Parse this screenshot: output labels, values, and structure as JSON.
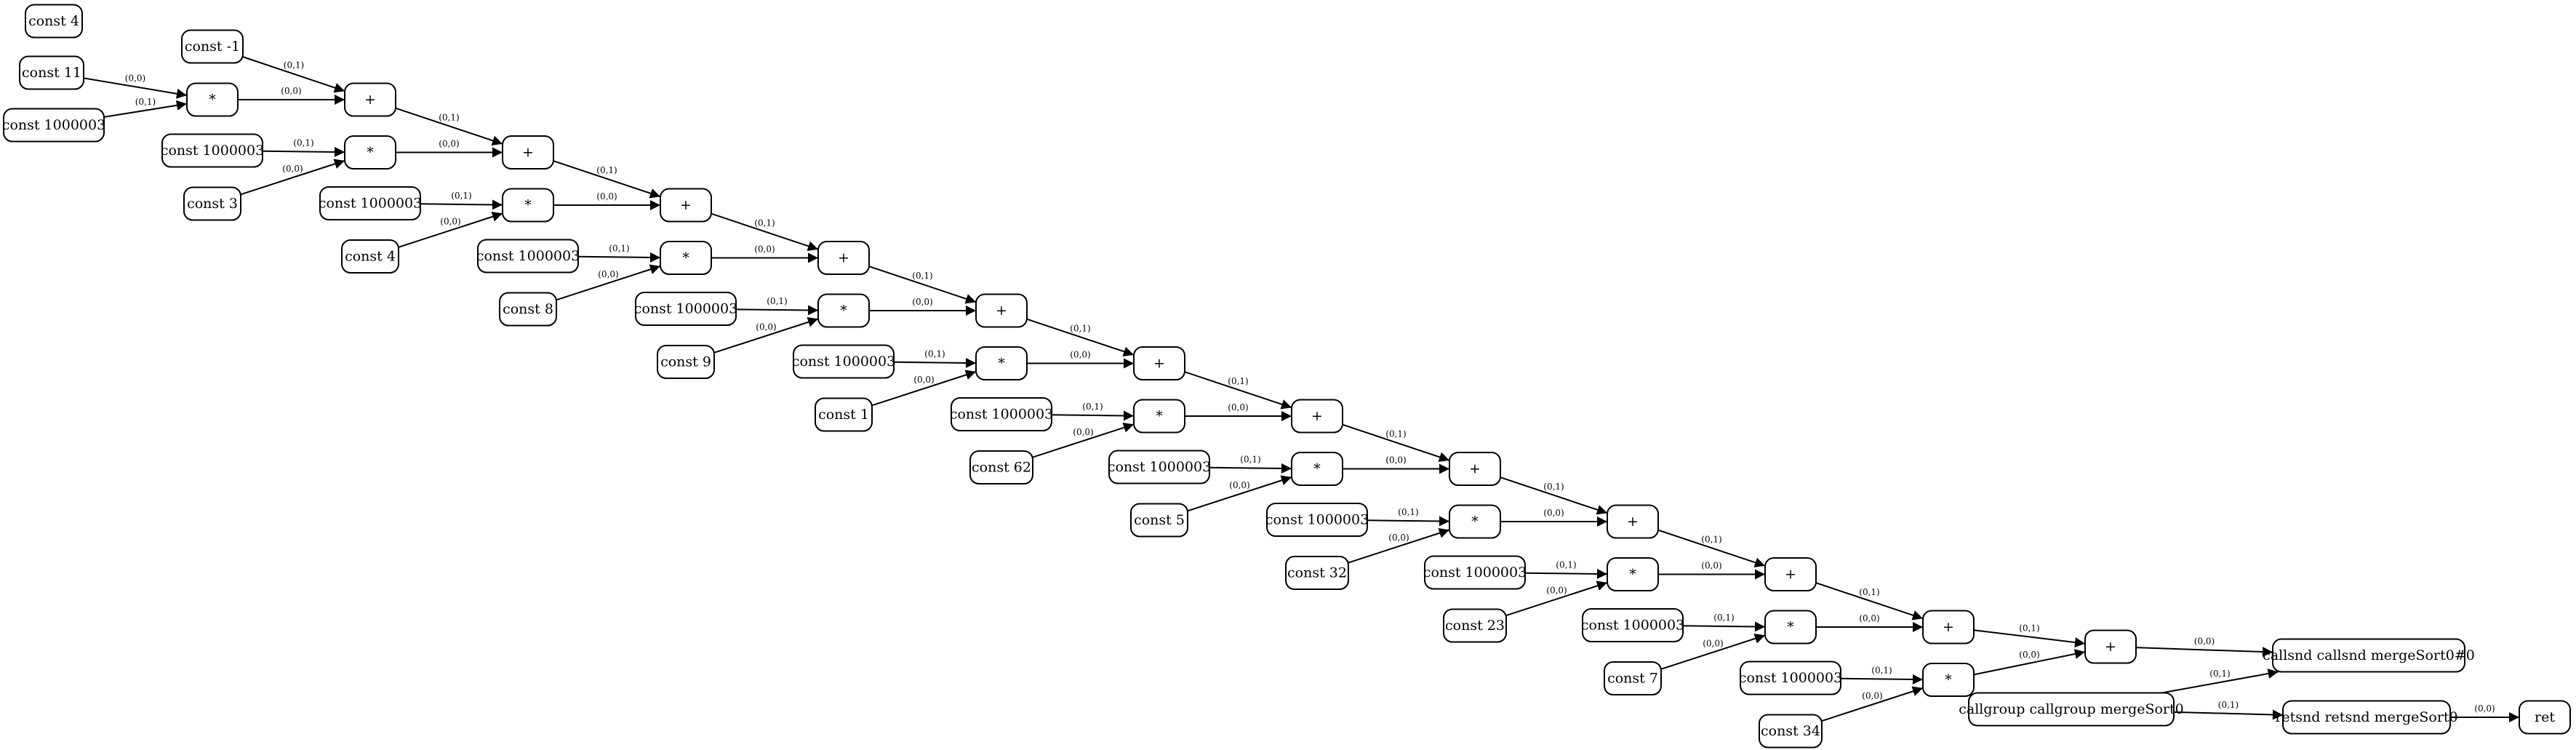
{
  "nodes": [
    {
      "id": "c4a",
      "label": "const 4"
    },
    {
      "id": "c11",
      "label": "const 11"
    },
    {
      "id": "cm1",
      "label": "const -1"
    },
    {
      "id": "k0",
      "label": "const 1000003"
    },
    {
      "id": "m0",
      "label": "*"
    },
    {
      "id": "a0",
      "label": "+"
    },
    {
      "id": "k1",
      "label": "const 1000003"
    },
    {
      "id": "v1",
      "label": "const 3"
    },
    {
      "id": "m1",
      "label": "*"
    },
    {
      "id": "a1",
      "label": "+"
    },
    {
      "id": "k2",
      "label": "const 1000003"
    },
    {
      "id": "v2",
      "label": "const 4"
    },
    {
      "id": "m2",
      "label": "*"
    },
    {
      "id": "a2",
      "label": "+"
    },
    {
      "id": "k3",
      "label": "const 1000003"
    },
    {
      "id": "v3",
      "label": "const 8"
    },
    {
      "id": "m3",
      "label": "*"
    },
    {
      "id": "a3",
      "label": "+"
    },
    {
      "id": "k4",
      "label": "const 1000003"
    },
    {
      "id": "v4",
      "label": "const 9"
    },
    {
      "id": "m4",
      "label": "*"
    },
    {
      "id": "a4",
      "label": "+"
    },
    {
      "id": "k5",
      "label": "const 1000003"
    },
    {
      "id": "v5",
      "label": "const 1"
    },
    {
      "id": "m5",
      "label": "*"
    },
    {
      "id": "a5",
      "label": "+"
    },
    {
      "id": "k6",
      "label": "const 1000003"
    },
    {
      "id": "v6",
      "label": "const 62"
    },
    {
      "id": "m6",
      "label": "*"
    },
    {
      "id": "a6",
      "label": "+"
    },
    {
      "id": "k7",
      "label": "const 1000003"
    },
    {
      "id": "v7",
      "label": "const 5"
    },
    {
      "id": "m7",
      "label": "*"
    },
    {
      "id": "a7",
      "label": "+"
    },
    {
      "id": "k8",
      "label": "const 1000003"
    },
    {
      "id": "v8",
      "label": "const 32"
    },
    {
      "id": "m8",
      "label": "*"
    },
    {
      "id": "a8",
      "label": "+"
    },
    {
      "id": "k9",
      "label": "const 1000003"
    },
    {
      "id": "v9",
      "label": "const 23"
    },
    {
      "id": "m9",
      "label": "*"
    },
    {
      "id": "a9",
      "label": "+"
    },
    {
      "id": "k10",
      "label": "const 1000003"
    },
    {
      "id": "v10",
      "label": "const 7"
    },
    {
      "id": "m10",
      "label": "*"
    },
    {
      "id": "a10",
      "label": "+"
    },
    {
      "id": "k11",
      "label": "const 1000003"
    },
    {
      "id": "v11",
      "label": "const 34"
    },
    {
      "id": "m11",
      "label": "*"
    },
    {
      "id": "a11",
      "label": "+"
    },
    {
      "id": "cg",
      "label": "callgroup callgroup mergeSort0"
    },
    {
      "id": "cs",
      "label": "callsnd callsnd mergeSort0#0"
    },
    {
      "id": "rs",
      "label": "retsnd retsnd mergeSort0"
    },
    {
      "id": "ret",
      "label": "ret"
    }
  ],
  "edges": [
    {
      "from": "c11",
      "to": "m0",
      "label": "(0,0)"
    },
    {
      "from": "k0",
      "to": "m0",
      "label": "(0,1)"
    },
    {
      "from": "cm1",
      "to": "a0",
      "label": "(0,1)"
    },
    {
      "from": "m0",
      "to": "a0",
      "label": "(0,0)"
    },
    {
      "from": "a0",
      "to": "a1",
      "label": "(0,1)"
    },
    {
      "from": "k1",
      "to": "m1",
      "label": "(0,1)"
    },
    {
      "from": "v1",
      "to": "m1",
      "label": "(0,0)"
    },
    {
      "from": "m1",
      "to": "a1",
      "label": "(0,0)"
    },
    {
      "from": "a1",
      "to": "a2",
      "label": "(0,1)"
    },
    {
      "from": "k2",
      "to": "m2",
      "label": "(0,1)"
    },
    {
      "from": "v2",
      "to": "m2",
      "label": "(0,0)"
    },
    {
      "from": "m2",
      "to": "a2",
      "label": "(0,0)"
    },
    {
      "from": "a2",
      "to": "a3",
      "label": "(0,1)"
    },
    {
      "from": "k3",
      "to": "m3",
      "label": "(0,1)"
    },
    {
      "from": "v3",
      "to": "m3",
      "label": "(0,0)"
    },
    {
      "from": "m3",
      "to": "a3",
      "label": "(0,0)"
    },
    {
      "from": "a3",
      "to": "a4",
      "label": "(0,1)"
    },
    {
      "from": "k4",
      "to": "m4",
      "label": "(0,1)"
    },
    {
      "from": "v4",
      "to": "m4",
      "label": "(0,0)"
    },
    {
      "from": "m4",
      "to": "a4",
      "label": "(0,0)"
    },
    {
      "from": "a4",
      "to": "a5",
      "label": "(0,1)"
    },
    {
      "from": "k5",
      "to": "m5",
      "label": "(0,1)"
    },
    {
      "from": "v5",
      "to": "m5",
      "label": "(0,0)"
    },
    {
      "from": "m5",
      "to": "a5",
      "label": "(0,0)"
    },
    {
      "from": "a5",
      "to": "a6",
      "label": "(0,1)"
    },
    {
      "from": "k6",
      "to": "m6",
      "label": "(0,1)"
    },
    {
      "from": "v6",
      "to": "m6",
      "label": "(0,0)"
    },
    {
      "from": "m6",
      "to": "a6",
      "label": "(0,0)"
    },
    {
      "from": "a6",
      "to": "a7",
      "label": "(0,1)"
    },
    {
      "from": "k7",
      "to": "m7",
      "label": "(0,1)"
    },
    {
      "from": "v7",
      "to": "m7",
      "label": "(0,0)"
    },
    {
      "from": "m7",
      "to": "a7",
      "label": "(0,0)"
    },
    {
      "from": "a7",
      "to": "a8",
      "label": "(0,1)"
    },
    {
      "from": "k8",
      "to": "m8",
      "label": "(0,1)"
    },
    {
      "from": "v8",
      "to": "m8",
      "label": "(0,0)"
    },
    {
      "from": "m8",
      "to": "a8",
      "label": "(0,0)"
    },
    {
      "from": "a8",
      "to": "a9",
      "label": "(0,1)"
    },
    {
      "from": "k9",
      "to": "m9",
      "label": "(0,1)"
    },
    {
      "from": "v9",
      "to": "m9",
      "label": "(0,0)"
    },
    {
      "from": "m9",
      "to": "a9",
      "label": "(0,0)"
    },
    {
      "from": "a9",
      "to": "a10",
      "label": "(0,1)"
    },
    {
      "from": "k10",
      "to": "m10",
      "label": "(0,1)"
    },
    {
      "from": "v10",
      "to": "m10",
      "label": "(0,0)"
    },
    {
      "from": "m10",
      "to": "a10",
      "label": "(0,0)"
    },
    {
      "from": "a10",
      "to": "a11",
      "label": "(0,1)"
    },
    {
      "from": "k11",
      "to": "m11",
      "label": "(0,1)"
    },
    {
      "from": "v11",
      "to": "m11",
      "label": "(0,0)"
    },
    {
      "from": "m11",
      "to": "a11",
      "label": "(0,0)"
    },
    {
      "from": "a11",
      "to": "cs",
      "label": "(0,0)"
    },
    {
      "from": "cg",
      "to": "cs",
      "label": "(0,1)"
    },
    {
      "from": "cg",
      "to": "rs",
      "label": "(0,1)"
    },
    {
      "from": "rs",
      "to": "ret",
      "label": "(0,0)"
    }
  ]
}
